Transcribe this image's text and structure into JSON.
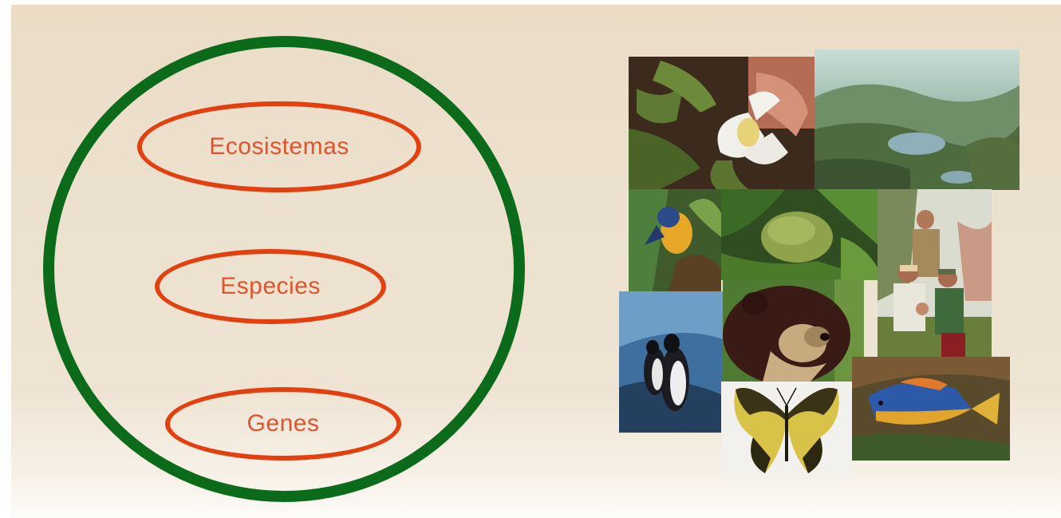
{
  "diagram": {
    "levels": [
      {
        "label": "Ecosistemas"
      },
      {
        "label": "Especies"
      },
      {
        "label": "Genes"
      }
    ],
    "colors": {
      "outer_ring": "#0b6b1a",
      "level_ring": "#e2400f",
      "level_text": "#e0542c",
      "background": "#ece1cf"
    }
  },
  "collage": {
    "photos": [
      {
        "subject": "orchid-flower"
      },
      {
        "subject": "paramo-landscape"
      },
      {
        "subject": "bird"
      },
      {
        "subject": "frog-in-leaves"
      },
      {
        "subject": "farmer-family"
      },
      {
        "subject": "penguins"
      },
      {
        "subject": "spectacled-bear"
      },
      {
        "subject": "butterfly"
      },
      {
        "subject": "fish"
      }
    ]
  }
}
